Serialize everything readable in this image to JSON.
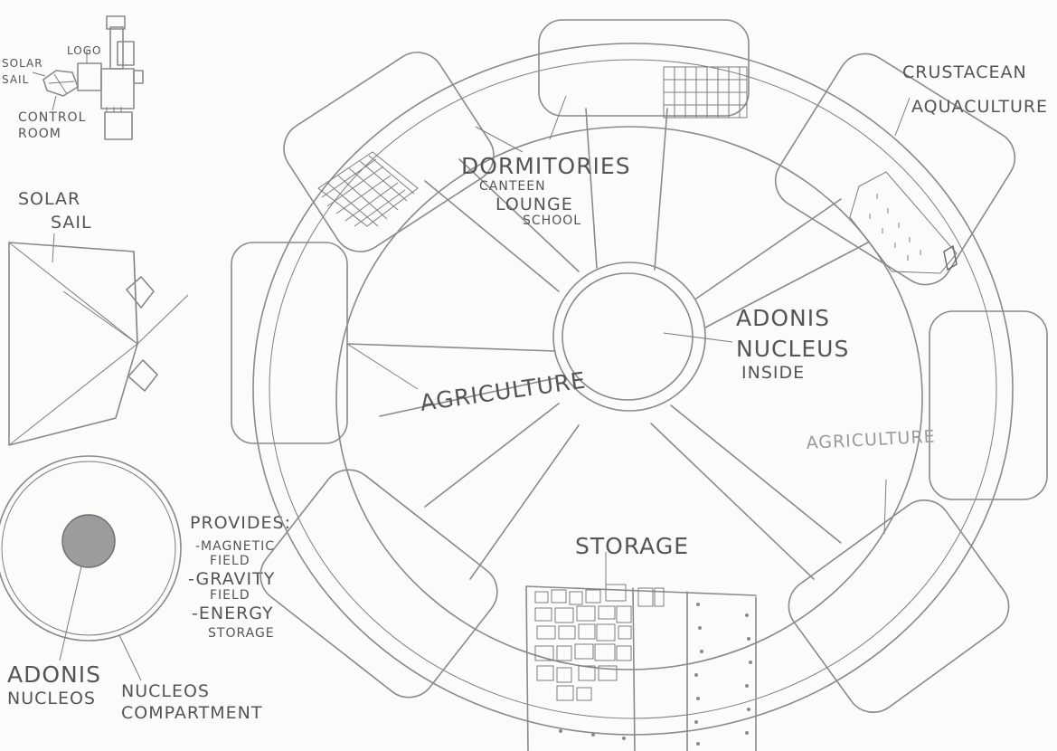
{
  "spaceship_sketch": {
    "labels": {
      "solar_sail": [
        "SOLAR",
        "SAIL"
      ],
      "logo": "LOGO",
      "control_room": [
        "CONTROL",
        "ROOM"
      ]
    }
  },
  "solar_sail_sketch": {
    "label": [
      "SOLAR",
      "SAIL"
    ]
  },
  "nucleus_sketch": {
    "provides_title": "PROVIDES:",
    "provides_items": [
      "-MAGNETIC",
      "FIELD",
      "-GRAVITY",
      "FIELD",
      "-ENERGY",
      "STORAGE"
    ],
    "adonis_label": [
      "ADONIS",
      "NUCLEOS"
    ],
    "compartment_label": [
      "NUCLEOS",
      "COMPARTMENT"
    ]
  },
  "station": {
    "dormitories": [
      "DORMITORIES",
      "CANTEEN",
      "LOUNGE",
      "SCHOOL"
    ],
    "crustacean": [
      "CRUSTACEAN",
      "AQUACULTURE"
    ],
    "hub": [
      "ADONIS",
      "NUCLEUS",
      "INSIDE"
    ],
    "agriculture_left": "AGRICULTURE",
    "agriculture_right": "AGRICULTURE",
    "storage": "STORAGE"
  }
}
